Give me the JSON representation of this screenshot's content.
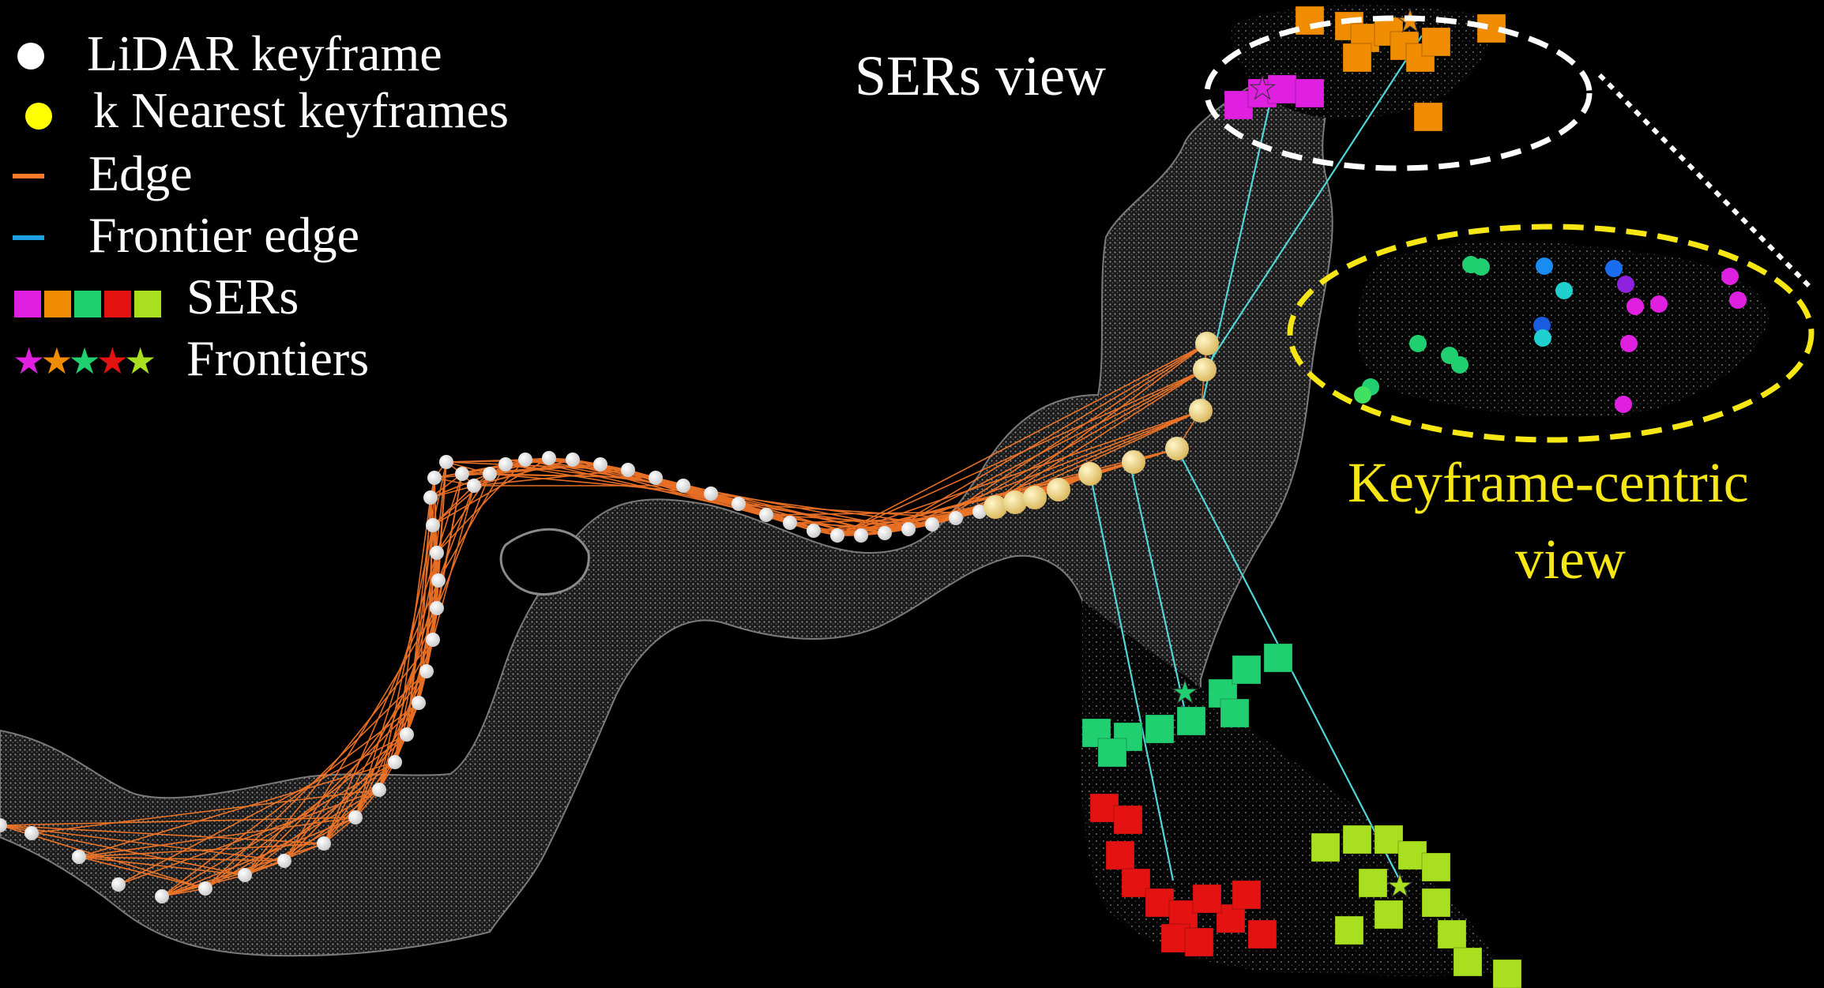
{
  "legend": {
    "keyframe": {
      "label": "LiDAR keyframe",
      "color": "#ffffff"
    },
    "nearest": {
      "label": "k Nearest keyframes",
      "color": "#ffff00"
    },
    "edge": {
      "label": "Edge",
      "color": "#ff7b28"
    },
    "frontier_edge": {
      "label": "Frontier edge",
      "color": "#1e9fe0"
    },
    "sers": {
      "label": "SERs",
      "colors": [
        "#e020e0",
        "#f08c00",
        "#20d070",
        "#e51212",
        "#a8e020"
      ]
    },
    "frontiers": {
      "label": "Frontiers",
      "colors": [
        "#e020e0",
        "#f08c00",
        "#20d070",
        "#e51212",
        "#a8e020"
      ],
      "glyph": "★"
    }
  },
  "captions": {
    "sers_view": "SERs view",
    "keyframe_view_line1": "Keyframe-centric",
    "keyframe_view_line2": "view"
  },
  "colors": {
    "background": "#000000",
    "pointcloud": "#9a9a9a",
    "sers_view_ellipse": "#ffffff",
    "keyframe_view_ellipse": "#f5e614",
    "keyframe_caption": "#f5e614"
  }
}
